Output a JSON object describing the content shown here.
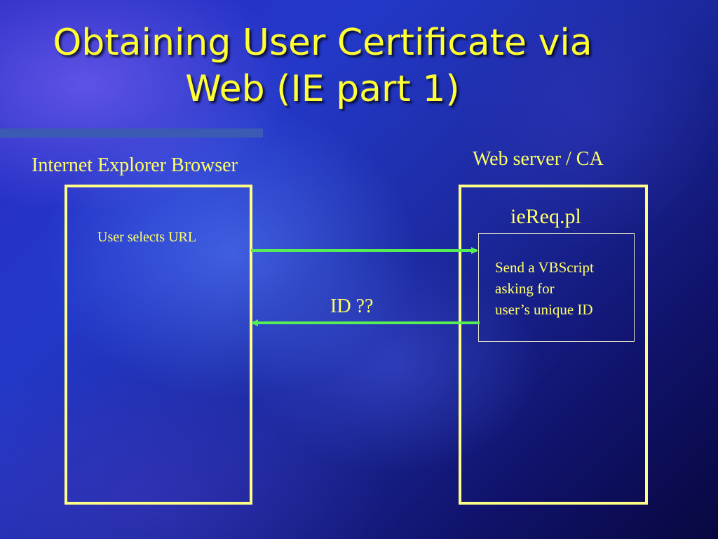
{
  "title": {
    "line1": "Obtaining User Certificate via",
    "line2": "Web (IE part 1)"
  },
  "left": {
    "label": "Internet Explorer Browser",
    "note": "User selects URL"
  },
  "right": {
    "label": "Web server / CA",
    "script_name": "ieReq.pl",
    "script_lines": [
      "Send a VBScript",
      "asking for",
      "user’s unique ID"
    ]
  },
  "arrows": {
    "return_label": "ID ??"
  },
  "colors": {
    "text": "#ffff66",
    "panel_border": "#ffff88",
    "arrow": "#55ee55"
  }
}
